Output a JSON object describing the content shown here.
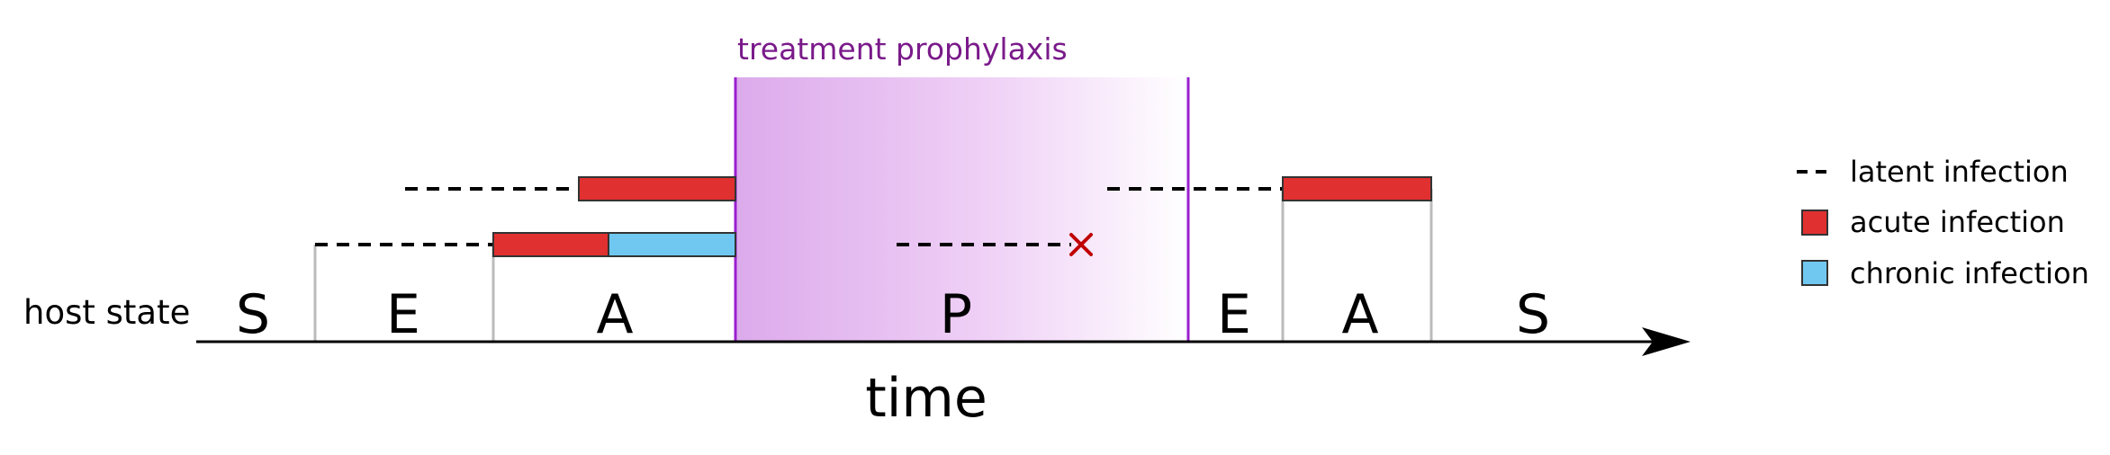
{
  "title": "treatment prophylaxis",
  "row_label": "host state",
  "axis_label": "time",
  "states": [
    "S",
    "E",
    "A",
    "P",
    "E",
    "A",
    "S"
  ],
  "legend": [
    {
      "key": "latent",
      "label": "latent infection"
    },
    {
      "key": "acute",
      "label": "acute infection"
    },
    {
      "key": "chronic",
      "label": "chronic infection"
    }
  ],
  "colors": {
    "acute": "#e03030",
    "chronic": "#70c8f0",
    "treatment": "#9a1fcf",
    "treatment_fill": "#d8a6ea",
    "title": "#7a1a8a",
    "cross": "#c00000",
    "divider": "#bbbbbb"
  },
  "marks": {
    "cross_icon": "cross-icon",
    "arrow_icon": "arrowhead-icon"
  }
}
